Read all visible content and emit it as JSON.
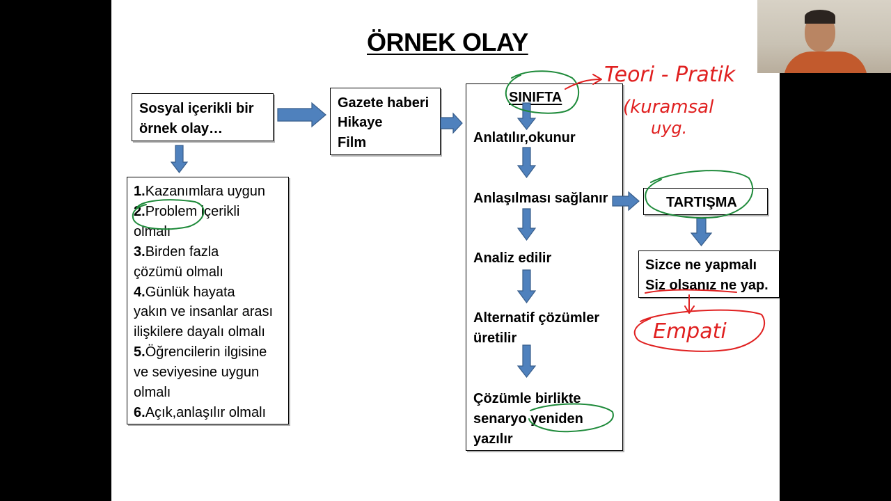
{
  "title": "ÖRNEK OLAY",
  "box1": {
    "line1": "Sosyal içerikli bir",
    "line2": "örnek olay…"
  },
  "box2": {
    "line1": "Gazete haberi",
    "line2": "Hikaye",
    "line3": "Film"
  },
  "list": [
    {
      "num": "1.",
      "text": "Kazanımlara uygun"
    },
    {
      "num": "2.",
      "text": "Problem içerikli"
    },
    {
      "num": "",
      "text": "olmalı"
    },
    {
      "num": "3.",
      "text": "Birden fazla"
    },
    {
      "num": "",
      "text": "çözümü olmalı"
    },
    {
      "num": "4.",
      "text": "Günlük hayata"
    },
    {
      "num": "",
      "text": "yakın ve insanlar arası"
    },
    {
      "num": "",
      "text": "ilişkilere dayalı olmalı"
    },
    {
      "num": "5.",
      "text": "Öğrencilerin ilgisine"
    },
    {
      "num": "",
      "text": "ve seviyesine uygun"
    },
    {
      "num": "",
      "text": "olmalı"
    },
    {
      "num": "6.",
      "text": "Açık,anlaşılır olmalı"
    }
  ],
  "flow": {
    "header": "SINIFTA",
    "step1": "Anlatılır,okunur",
    "step2": "Anlaşılması sağlanır",
    "step3": "Analiz edilir",
    "step4_line1": "Alternatif çözümler",
    "step4_line2": "üretilir",
    "step5_line1": "Çözümle birlikte",
    "step5_line2": "senaryo yeniden",
    "step5_line3": "yazılır"
  },
  "discussion": "TARTIŞMA",
  "question": {
    "line1": "Sizce ne yapmalı",
    "line2": "Siz olsanız ne yap."
  },
  "handwriting": {
    "teori": "Teori - Pratik",
    "kuramsal": "(kuramsal",
    "uyg": "uyg.",
    "empati": "Empati"
  },
  "colors": {
    "arrow_fill": "#4f81bd",
    "arrow_stroke": "#385d8a",
    "ink_red": "#e02020",
    "ink_green": "#1e8a3a"
  }
}
